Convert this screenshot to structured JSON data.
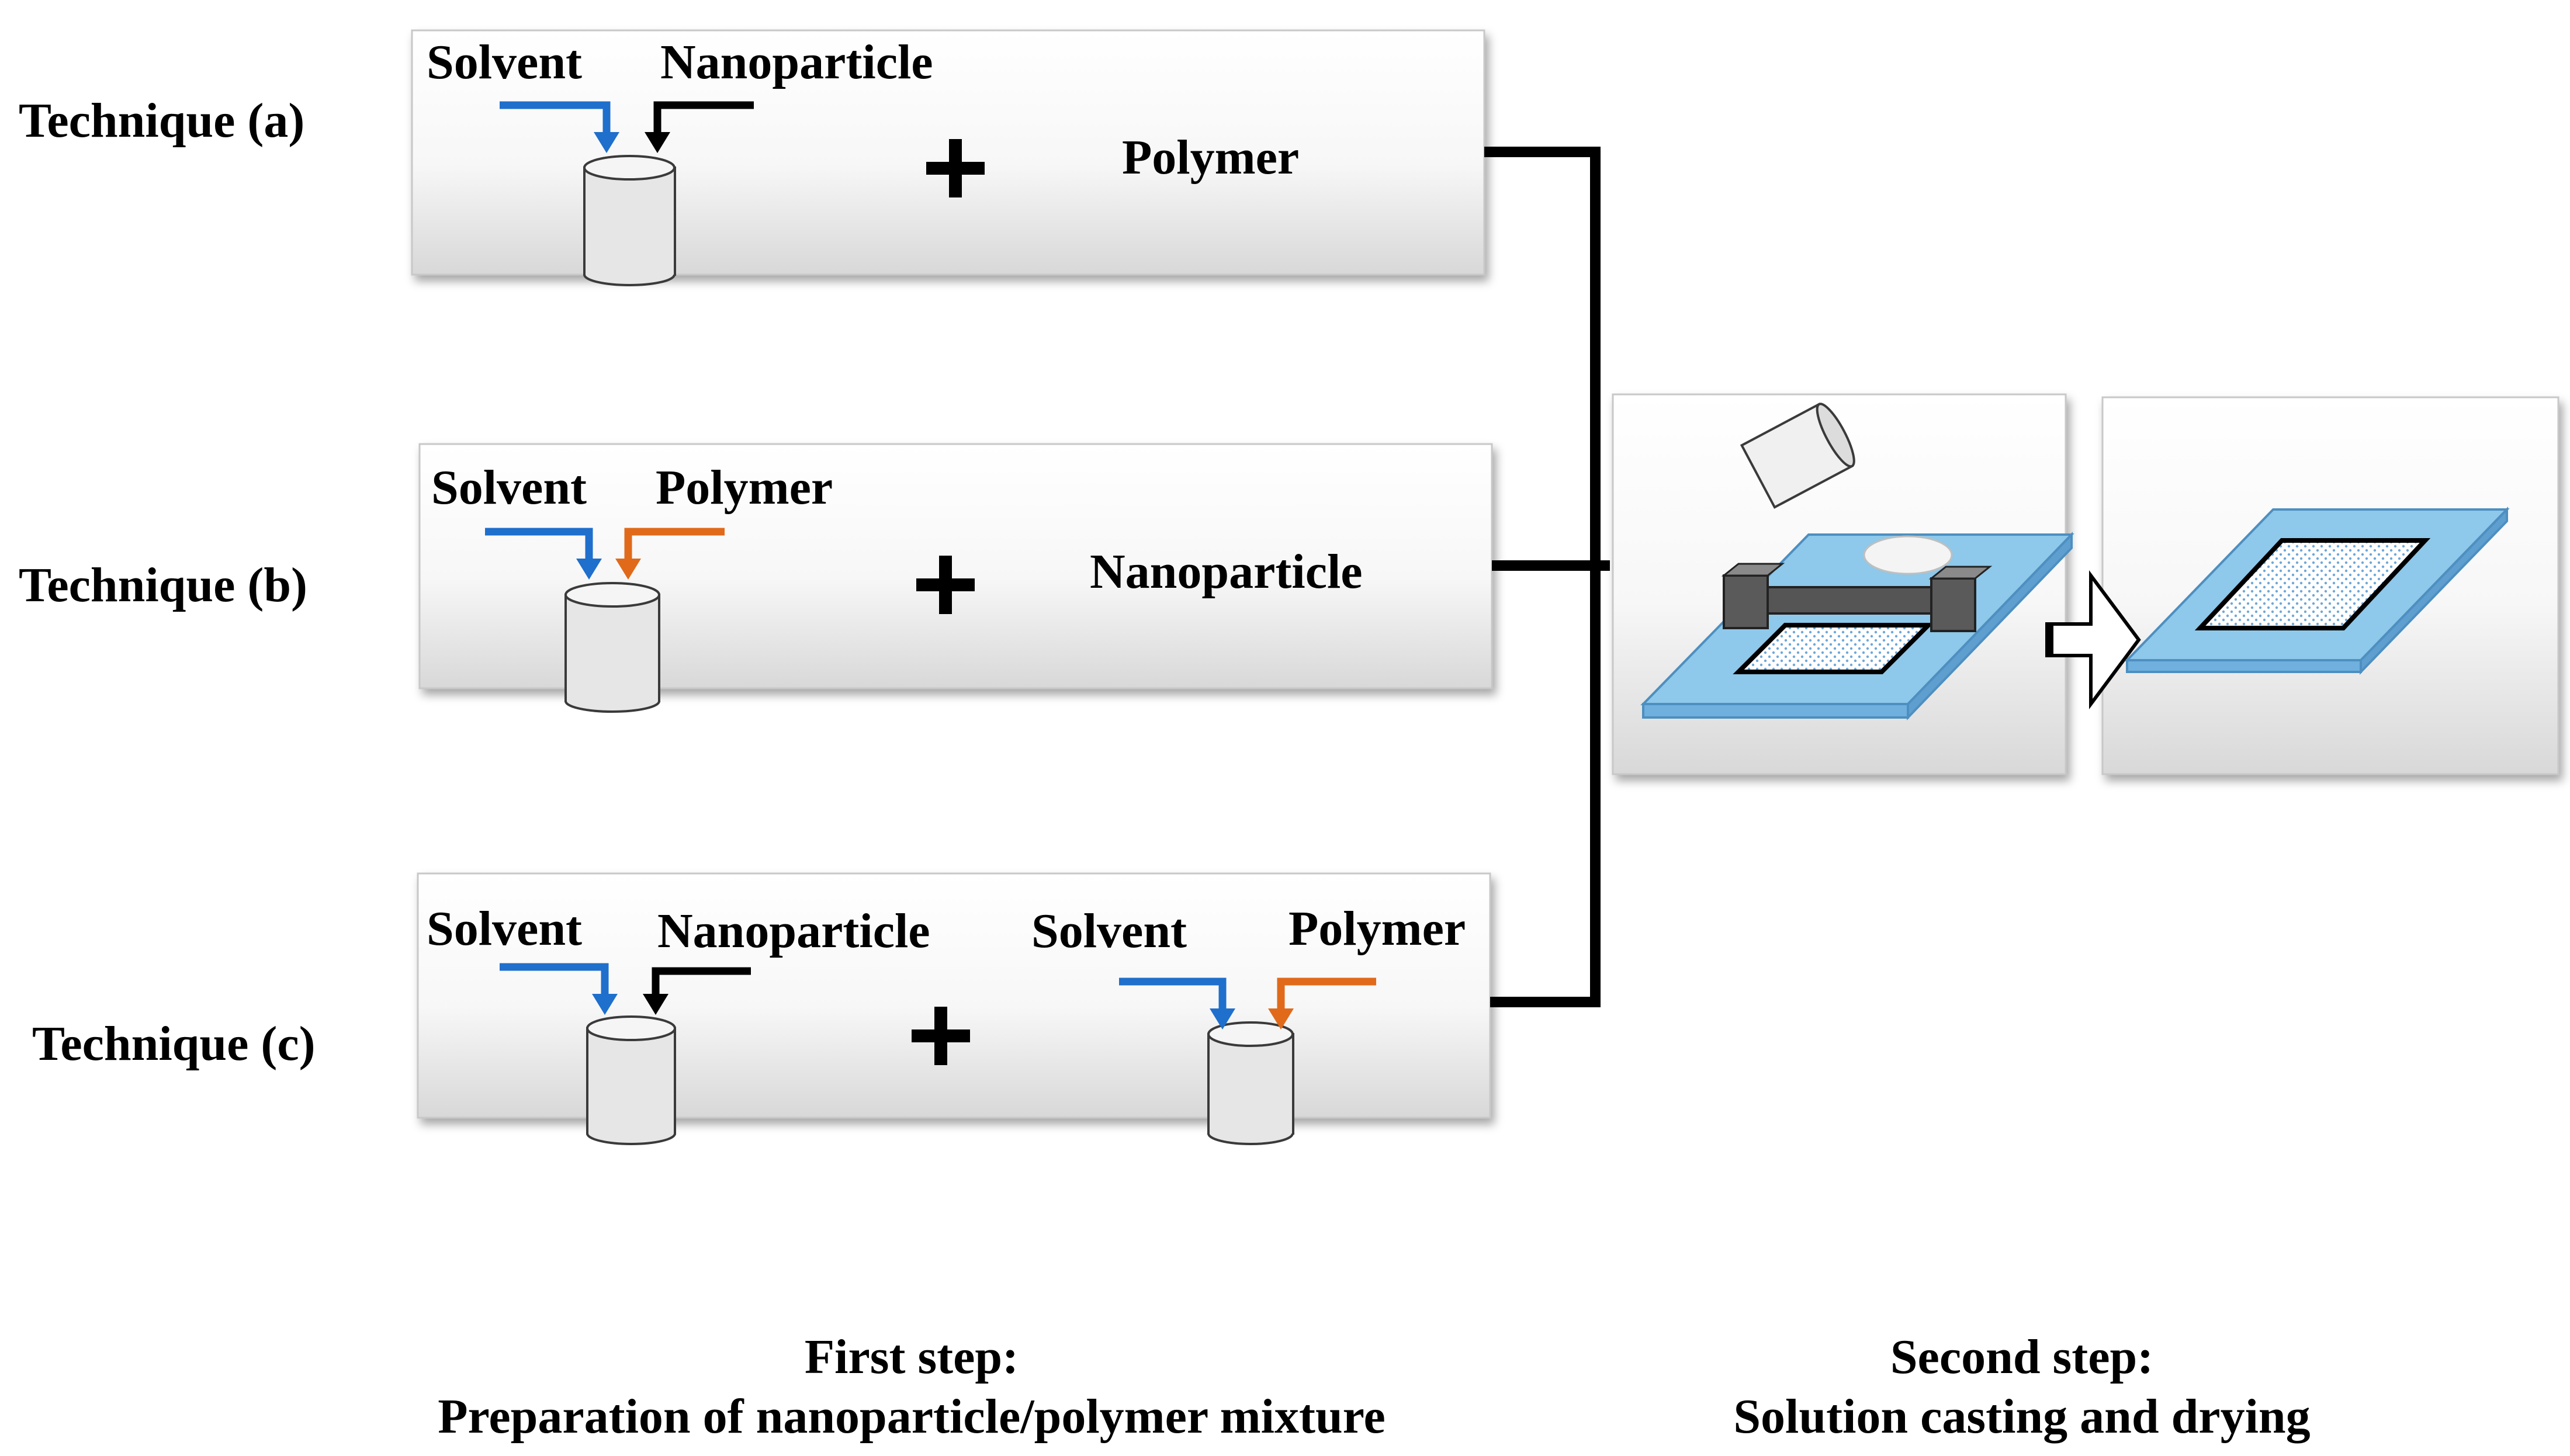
{
  "techniques": [
    {
      "label": "Technique (a)",
      "beaker_inputs": [
        "Solvent",
        "Nanoparticle"
      ],
      "added": "Polymer"
    },
    {
      "label": "Technique (b)",
      "beaker_inputs": [
        "Solvent",
        "Polymer"
      ],
      "added": "Nanoparticle"
    },
    {
      "label": "Technique (c)",
      "beaker1_inputs": [
        "Solvent",
        "Nanoparticle"
      ],
      "beaker2_inputs": [
        "Solvent",
        "Polymer"
      ]
    }
  ],
  "steps": {
    "first": {
      "title": "First step:",
      "subtitle": "Preparation of nanoparticle/polymer mixture"
    },
    "second": {
      "title": "Second step:",
      "subtitle": "Solution casting and drying"
    }
  },
  "colors": {
    "solvent_arrow": "#1f6fcc",
    "polymer_arrow": "#e06a1a",
    "nanoparticle_arrow": "#000000",
    "substrate": "#8ec8ea",
    "beaker_fill": "#e6e6e6"
  }
}
